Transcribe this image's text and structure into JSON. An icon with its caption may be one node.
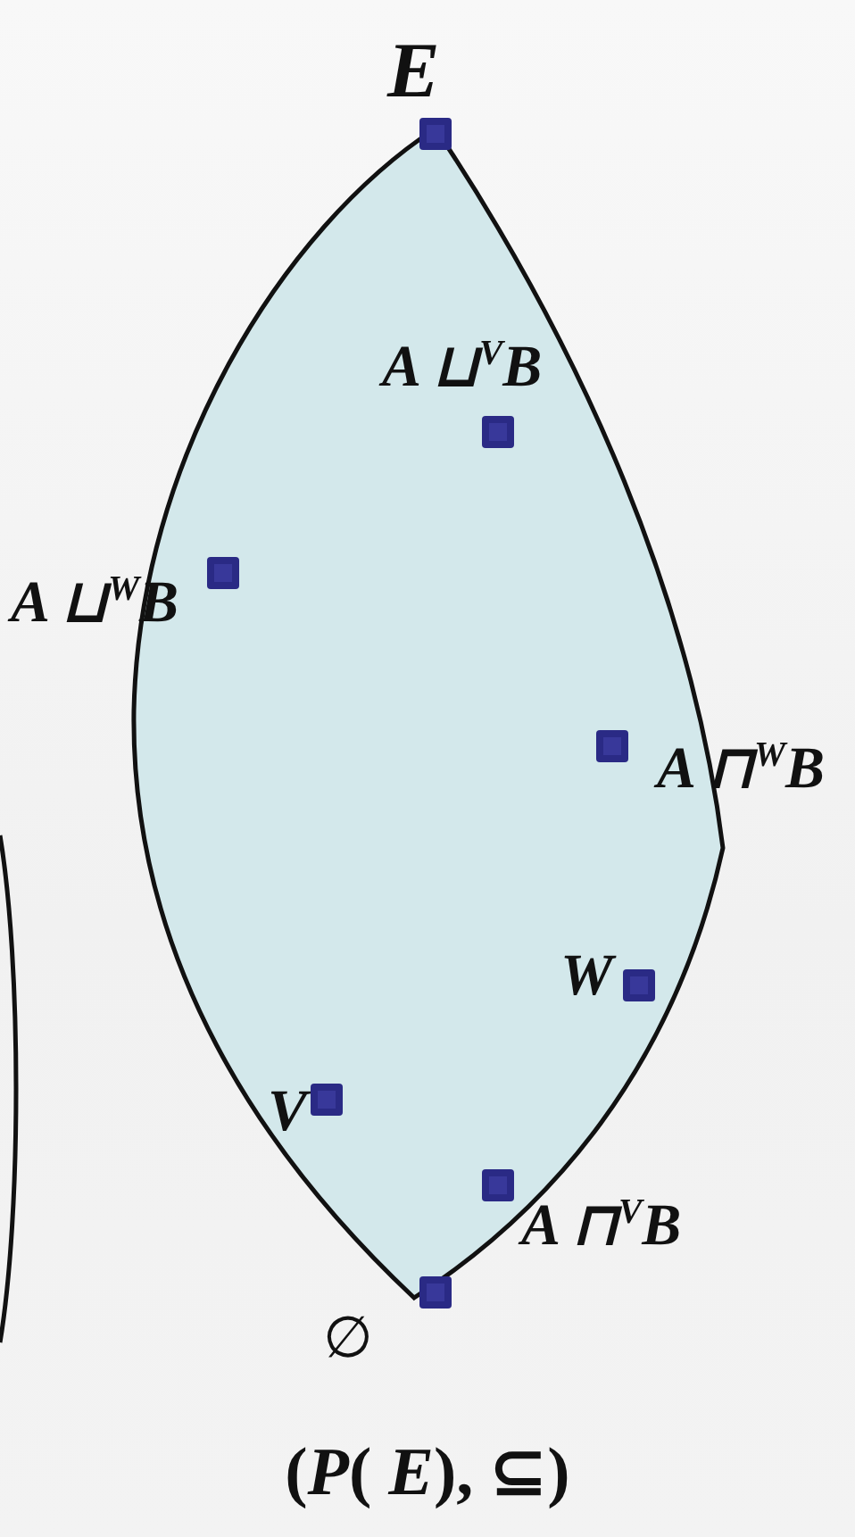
{
  "diagram": {
    "caption": "(*P*( *E*), ⊆)",
    "nodes": [
      {
        "text": [],
        "shape": "lens"
      },
      {
        "text": [
          "E"
        ]
      },
      {
        "text": [
          "A ⊔$^{V}$B"
        ],
        "in": 0
      },
      {
        "text": [
          "A ⊔$^{W}$B"
        ]
      },
      {
        "text": [
          "A ⊓$^{W}$B"
        ]
      },
      {
        "text": [
          "W"
        ],
        "in": 0
      },
      {
        "text": [
          "V"
        ],
        "in": 0
      },
      {
        "text": [
          "A ⊓$^{V}$B"
        ]
      },
      {
        "text": [
          "∅"
        ]
      }
    ],
    "edges": []
  }
}
